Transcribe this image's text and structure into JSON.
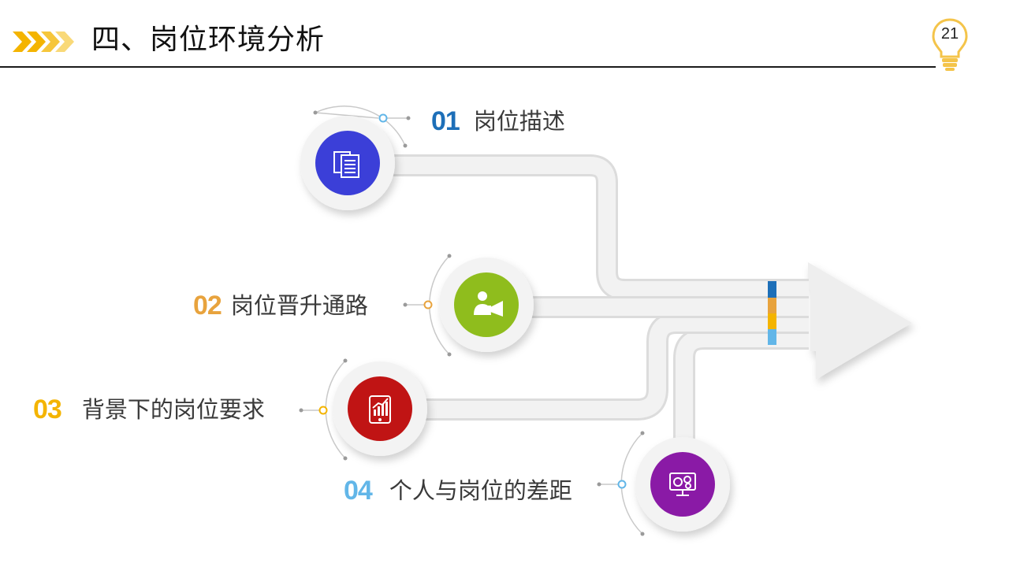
{
  "header": {
    "title": "四、岗位环境分析",
    "page_number": "21"
  },
  "colors": {
    "chevron": "#f4b400",
    "pipe": "#ededed",
    "arrow": "#eeeeee"
  },
  "steps": [
    {
      "number": "01",
      "label": "岗位描述",
      "color": "#1d6fb8",
      "circle_color": "#3b3fd8",
      "icon": "document-icon"
    },
    {
      "number": "02",
      "label": "岗位晋升通路",
      "color": "#e8a33d",
      "circle_color": "#8fbd1d",
      "icon": "presenter-icon"
    },
    {
      "number": "03",
      "label": "背景下的岗位要求",
      "color": "#f4b400",
      "circle_color": "#c01414",
      "icon": "growth-chart-icon"
    },
    {
      "number": "04",
      "label": "个人与岗位的差距",
      "color": "#62b6e8",
      "circle_color": "#8a1aa6",
      "icon": "money-monitor-icon"
    }
  ]
}
